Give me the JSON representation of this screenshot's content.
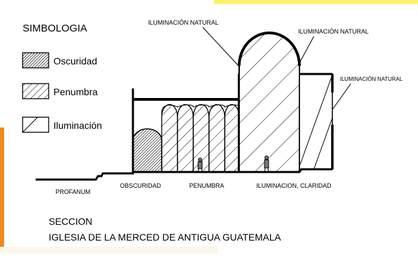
{
  "legend": {
    "title": "SIMBOLOGIA",
    "items": [
      {
        "label": "Oscuridad"
      },
      {
        "label": "Penumbra"
      },
      {
        "label": "Iluminación"
      }
    ]
  },
  "section": {
    "light_labels": [
      {
        "text": "ILUMINACIÓN NATURAL"
      },
      {
        "text": "ILUMINACIÓN NATURAL"
      },
      {
        "text": "ILUMINACIÓN NATURAL"
      }
    ],
    "zones": [
      {
        "text": "PROFANUM"
      },
      {
        "text": "OBSCURIDAD"
      },
      {
        "text": "PENUMBRA"
      },
      {
        "text": "ILUMINACION, CLARIDAD"
      }
    ]
  },
  "caption": {
    "line1": "SECCION",
    "line2": "IGLESIA DE LA MERCED DE ANTIGUA GUATEMALA"
  },
  "colors": {
    "accent_top": "#fff06a",
    "accent_left": "#f08a1c",
    "accent_bottom": "#fbf6e8"
  }
}
